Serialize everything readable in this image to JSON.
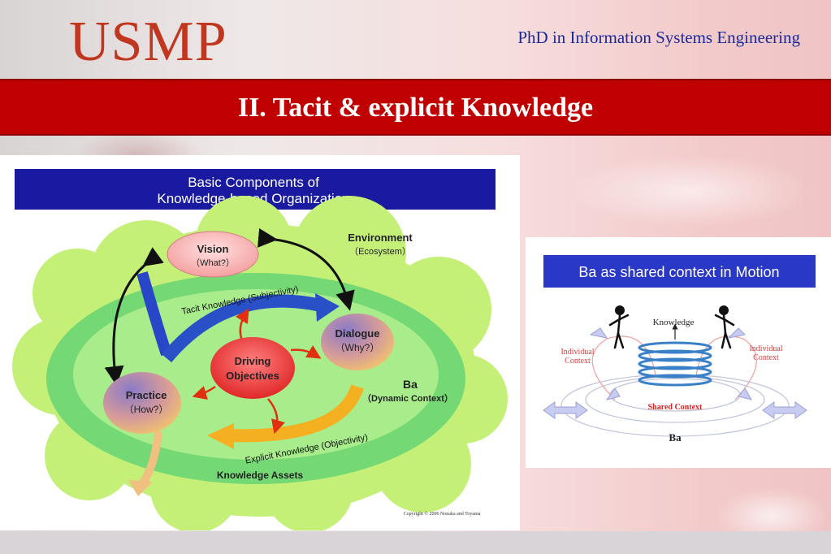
{
  "header": {
    "logo": "USMP",
    "program": "PhD in Information Systems Engineering",
    "slide_title": "II. Tacit & explicit Knowledge"
  },
  "left_diagram": {
    "title_line1": "Basic Components of",
    "title_line2": "Knowledge-based Organization",
    "environment": "Environment",
    "ecosystem": "（Ecosystem）",
    "vision": "Vision",
    "vision_q": "（What?）",
    "dialogue": "Dialogue",
    "dialogue_q": "（Why?）",
    "practice": "Practice",
    "practice_q": "（How?）",
    "driving_line1": "Driving",
    "driving_line2": "Objectives",
    "tacit": "Tacit Knowledge (Subjectivity)",
    "explicit": "Explicit Knowledge (Objectivity)",
    "ba": "Ba",
    "dynamic_context": "（Dynamic Context）",
    "knowledge_assets": "Knowledge  Assets",
    "copyright": "Copyright  ©  2006  Nonaka and Toyama"
  },
  "right_diagram": {
    "title": "Ba as shared context in Motion",
    "knowledge": "Knowledge",
    "individual_line1": "Individual",
    "individual_line2": "Context",
    "shared_context": "Shared Context",
    "ba": "Ba"
  },
  "colors": {
    "brand_red": "#c00000",
    "logo_red": "#c0361f",
    "program_blue": "#1a2a9a",
    "diagram_navy": "#1a1aa0"
  }
}
